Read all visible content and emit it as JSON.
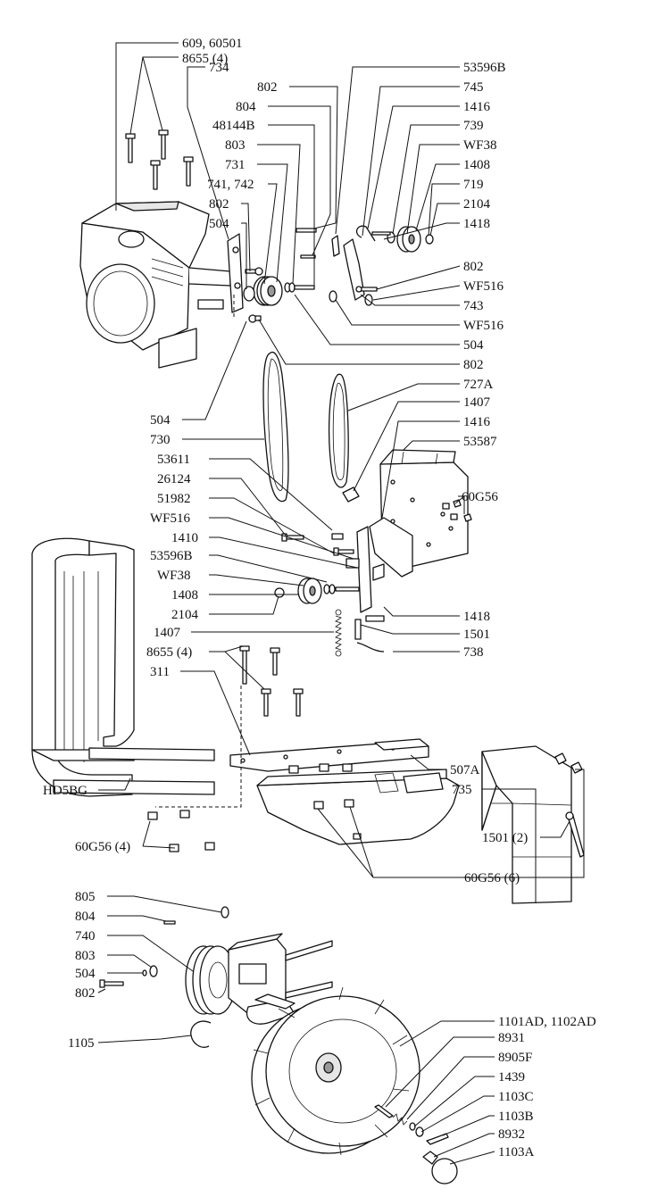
{
  "diagram": {
    "labels": {
      "l609": "609, 60501",
      "l8655a": "8655 (4)",
      "l734": "734",
      "l53596b_a": "53596B",
      "l802a": "802",
      "l745": "745",
      "l804a": "804",
      "l1416a": "1416",
      "l48144b": "48144B",
      "l739": "739",
      "l803a": "803",
      "lwf38a": "WF38",
      "l731": "731",
      "l1408a": "1408",
      "l741": "741, 742",
      "l719": "719",
      "l802b": "802",
      "l2104a": "2104",
      "l504a": "504",
      "l1418a": "1418",
      "l802c": "802",
      "lwf516a": "WF516",
      "l743": "743",
      "lwf516b": "WF516",
      "l504b": "504",
      "l802d": "802",
      "l727a": "727A",
      "l504c": "504",
      "l1407a": "1407",
      "l730": "730",
      "l1416b": "1416",
      "l53587": "53587",
      "l53611": "53611",
      "l26124": "26124",
      "l60g56a": "60G56",
      "l51982": "51982",
      "lwf516c": "WF516",
      "l1410": "1410",
      "l53596b_b": "53596B",
      "lwf38b": "WF38",
      "l1408b": "1408",
      "l2104b": "2104",
      "l1418b": "1418",
      "l1407b": "1407",
      "l1501a": "1501",
      "l8655b": "8655 (4)",
      "l738": "738",
      "l311": "311",
      "lhd5bg": "HD5BG",
      "l507a": "507A",
      "l735": "735",
      "l1501b": "1501 (2)",
      "l60g56b": "60G56 (4)",
      "l60g56c": "60G56 (6)",
      "l805": "805",
      "l804b": "804",
      "l740": "740",
      "l803b": "803",
      "l504d": "504",
      "l802e": "802",
      "l1101": "1101AD, 1102AD",
      "l8931": "8931",
      "l8905f": "8905F",
      "l1105": "1105",
      "l1439": "1439",
      "l1103c": "1103C",
      "l1103b": "1103B",
      "l8932": "8932",
      "l1103a": "1103A"
    }
  }
}
